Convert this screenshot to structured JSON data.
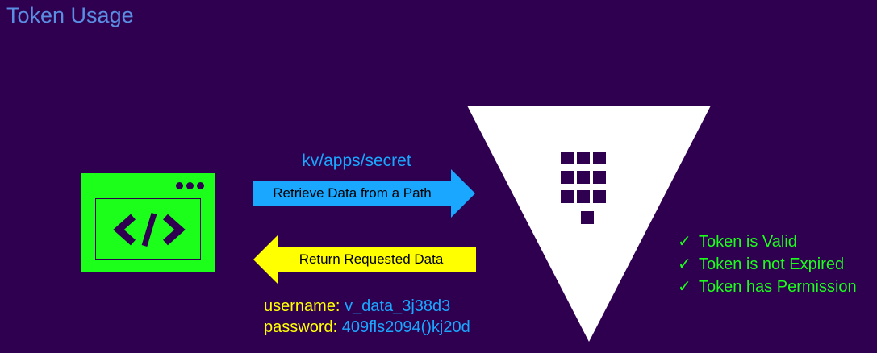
{
  "title": "Token Usage",
  "request": {
    "path": "kv/apps/secret",
    "label": "Retrieve Data from a Path"
  },
  "response": {
    "label": "Return Requested Data",
    "credentials": [
      {
        "key": "username:",
        "value": "v_data_3j38d3"
      },
      {
        "key": "password:",
        "value": "409fls2094()kj20d"
      }
    ]
  },
  "checks": [
    {
      "mark": "✓",
      "text": "Token is Valid"
    },
    {
      "mark": "✓",
      "text": "Token is not Expired"
    },
    {
      "mark": "✓",
      "text": "Token has Permission"
    }
  ],
  "icons": {
    "application": "code-window-icon",
    "vault": "vault-logo"
  },
  "colors": {
    "background": "#2f0050",
    "title": "#5a8ee2",
    "app_icon": "#1bff1b",
    "request_arrow": "#1aa7ff",
    "response_arrow": "#ffff00",
    "vault": "#ffffff",
    "checks": "#1bff1b"
  }
}
